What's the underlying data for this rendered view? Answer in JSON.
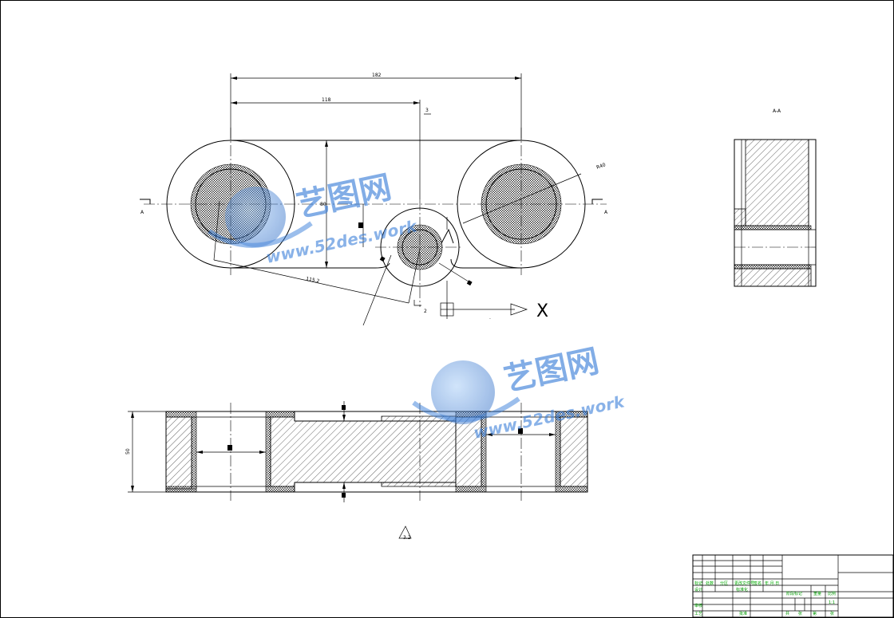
{
  "watermark": {
    "brand": "艺图网",
    "url": "www.52des.work"
  },
  "annotations": {
    "axis_x": "X",
    "section_top": "A",
    "section_side": "A-A"
  },
  "colors": {
    "line": "#000000",
    "watermark": "#3b7fd9",
    "title_block_text": "#00aa00"
  }
}
